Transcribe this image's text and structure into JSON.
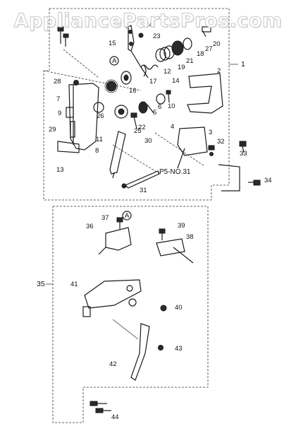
{
  "watermark": "AppliancePartsPros.com",
  "note": "P5-NO.31",
  "callout_marker": "A",
  "part_numbers": [
    "1",
    "2",
    "3",
    "4",
    "5",
    "6",
    "7",
    "8",
    "9",
    "10",
    "11",
    "12",
    "13",
    "14",
    "15",
    "16",
    "17",
    "18",
    "19",
    "20",
    "21",
    "22",
    "23",
    "24",
    "25",
    "26",
    "27",
    "28",
    "29",
    "30",
    "31",
    "32",
    "33",
    "34",
    "35",
    "36",
    "37",
    "38",
    "39",
    "40",
    "41",
    "42",
    "43",
    "44"
  ]
}
